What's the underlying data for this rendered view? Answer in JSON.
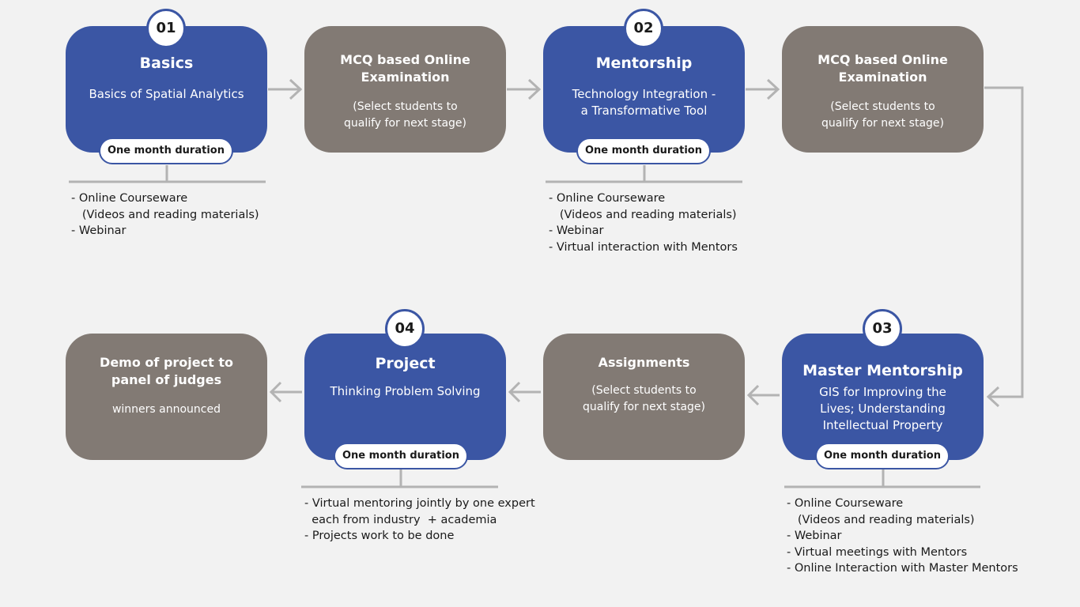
{
  "colors": {
    "stage_blue": "#3b56a4",
    "exam_gray": "#827a74",
    "background": "#f2f2f2",
    "connector": "#b3b3b3"
  },
  "icons": [
    "right-arrow-icon",
    "left-arrow-icon"
  ],
  "stages": [
    {
      "number": "01",
      "title": "Basics",
      "subtitle": "Basics of Spatial Analytics",
      "duration": "One month duration",
      "notes": "- Online Courseware\n   (Videos and reading materials)\n- Webinar"
    },
    {
      "number": "02",
      "title": "Mentorship",
      "subtitle": "Technology Integration -\na Transformative Tool",
      "duration": "One month duration",
      "notes": "- Online Courseware\n   (Videos and reading materials)\n- Webinar\n- Virtual interaction with Mentors"
    },
    {
      "number": "03",
      "title": "Master Mentorship",
      "subtitle": "GIS for Improving the\nLives; Understanding\nIntellectual Property",
      "duration": "One month duration",
      "notes": "- Online Courseware\n   (Videos and reading materials)\n- Webinar\n- Virtual meetings with Mentors\n- Online Interaction with Master Mentors"
    },
    {
      "number": "04",
      "title": "Project",
      "subtitle": "Thinking Problem Solving",
      "duration": "One month duration",
      "notes": "- Virtual mentoring jointly by one expert\n  each from industry  + academia\n- Projects work to be done"
    }
  ],
  "gates": [
    {
      "title": "MCQ based Online\nExamination",
      "subtitle": "(Select students to\nqualify for next stage)"
    },
    {
      "title": "MCQ based Online\nExamination",
      "subtitle": "(Select students to\nqualify for next stage)"
    },
    {
      "title": "Assignments",
      "subtitle": "(Select students to\nqualify for next stage)"
    },
    {
      "title": "Demo of project to\npanel of judges",
      "subtitle": "winners announced"
    }
  ]
}
